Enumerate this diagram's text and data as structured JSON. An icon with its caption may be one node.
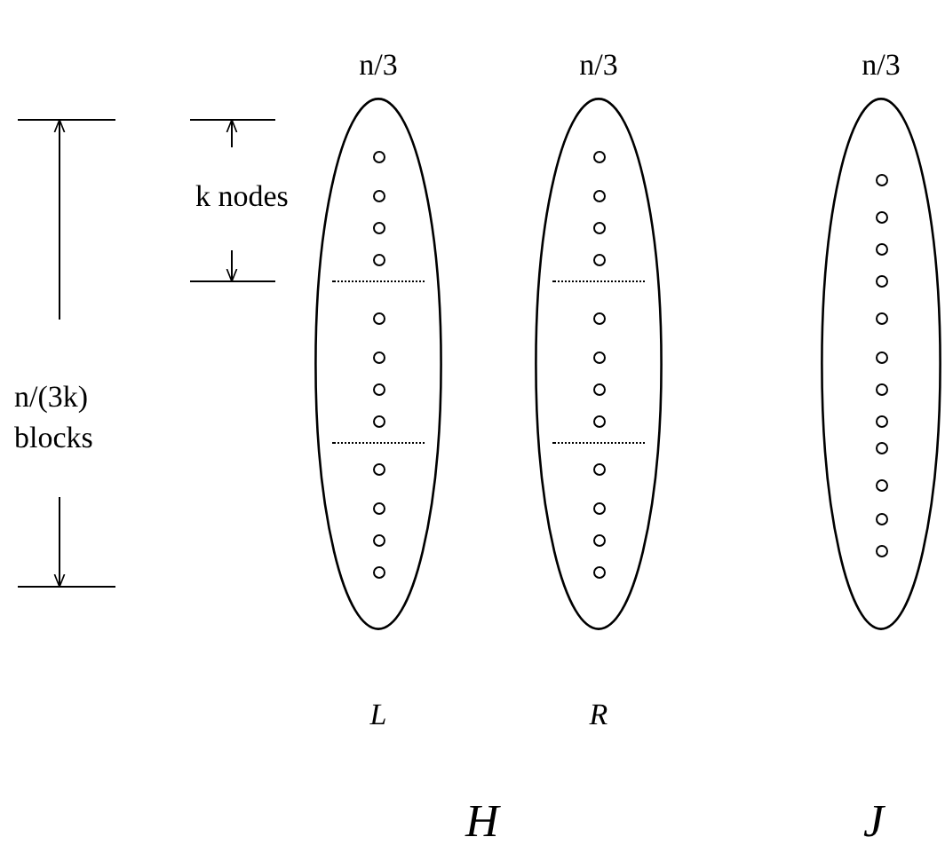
{
  "diagram": {
    "nodes": [
      {
        "text": [],
        "shape": "ellipse",
        "beside": [
          "n/3",
          "L"
        ]
      },
      {
        "text": [],
        "shape": "circle",
        "in": 0
      },
      {
        "text": [],
        "shape": "circle",
        "in": 0
      },
      {
        "text": [],
        "shape": "circle",
        "in": 0
      },
      {
        "text": [],
        "shape": "circle",
        "in": 0
      },
      {
        "text": [],
        "shape": "circle",
        "in": 0
      },
      {
        "text": [],
        "shape": "circle",
        "in": 0
      },
      {
        "text": [],
        "shape": "circle",
        "in": 0
      },
      {
        "text": [],
        "shape": "circle",
        "in": 0
      },
      {
        "text": [],
        "shape": "circle",
        "in": 0
      },
      {
        "text": [],
        "shape": "circle",
        "in": 0
      },
      {
        "text": [],
        "shape": "circle",
        "in": 0
      },
      {
        "text": [],
        "shape": "circle",
        "in": 0
      },
      {
        "text": [],
        "shape": "ellipse",
        "beside": [
          "n/3",
          "R"
        ]
      },
      {
        "text": [],
        "shape": "circle",
        "in": 13
      },
      {
        "text": [],
        "shape": "circle",
        "in": 13
      },
      {
        "text": [],
        "shape": "circle",
        "in": 13
      },
      {
        "text": [],
        "shape": "circle",
        "in": 13
      },
      {
        "text": [],
        "shape": "circle",
        "in": 13
      },
      {
        "text": [],
        "shape": "circle",
        "in": 13
      },
      {
        "text": [],
        "shape": "circle",
        "in": 13
      },
      {
        "text": [],
        "shape": "circle",
        "in": 13
      },
      {
        "text": [],
        "shape": "circle",
        "in": 13
      },
      {
        "text": [],
        "shape": "circle",
        "in": 13
      },
      {
        "text": [],
        "shape": "circle",
        "in": 13
      },
      {
        "text": [],
        "shape": "circle",
        "in": 13
      },
      {
        "text": [],
        "shape": "ellipse",
        "beside": [
          "n/3"
        ]
      },
      {
        "text": [],
        "shape": "circle",
        "in": 26
      },
      {
        "text": [],
        "shape": "circle",
        "in": 26
      },
      {
        "text": [],
        "shape": "circle",
        "in": 26
      },
      {
        "text": [],
        "shape": "circle",
        "in": 26
      },
      {
        "text": [],
        "shape": "circle",
        "in": 26
      },
      {
        "text": [],
        "shape": "circle",
        "in": 26
      },
      {
        "text": [],
        "shape": "circle",
        "in": 26
      },
      {
        "text": [],
        "shape": "circle",
        "in": 26
      },
      {
        "text": [],
        "shape": "circle",
        "in": 26
      },
      {
        "text": [],
        "shape": "circle",
        "in": 26
      },
      {
        "text": [],
        "shape": "circle",
        "in": 26
      },
      {
        "text": [],
        "shape": "circle",
        "in": 26
      }
    ],
    "labels": [
      "k nodes",
      "n/(3k) blocks",
      "H",
      "J"
    ]
  }
}
